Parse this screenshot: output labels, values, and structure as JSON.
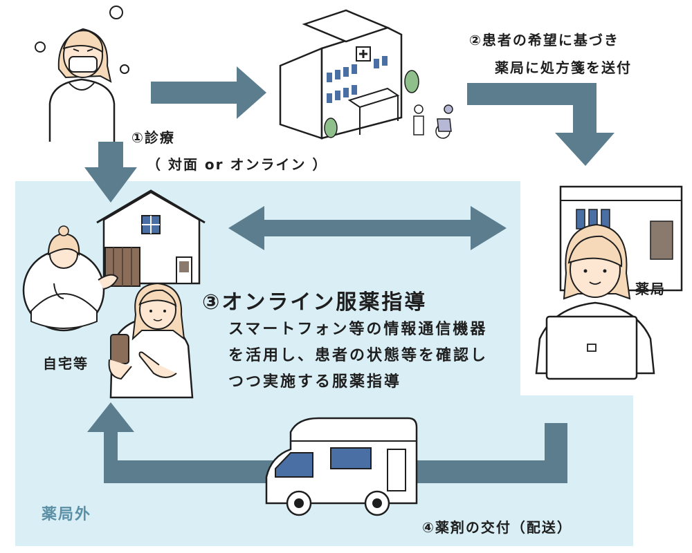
{
  "step1": {
    "label": "①診療",
    "mode": "（ 対面 or オンライン ）"
  },
  "step2": {
    "line1": "②患者の希望に基づき",
    "line2": "薬局に処方箋を送付"
  },
  "step3": {
    "title": "③オンライン服薬指導",
    "desc": [
      "スマートフォン等の情報通信機器",
      "を活用し、患者の状態等を確認し",
      "つつ実施する服薬指導"
    ]
  },
  "step4": {
    "label": "④薬剤の交付（配送）"
  },
  "places": {
    "home": "自宅等",
    "pharmacy": "薬局",
    "outside": "薬局外"
  },
  "icons": {
    "sick_patient": "sick-patient-icon",
    "hospital": "hospital-icon",
    "home": "house-icon",
    "doctor": "doctor-icon",
    "patient_phone": "patient-with-smartphone-icon",
    "pharmacist": "pharmacist-icon",
    "laptop": "laptop-icon",
    "truck": "delivery-truck-icon"
  },
  "colors": {
    "arrow": "#5b7d8e",
    "zone": "#d9eef5",
    "accent": "#8a6e5a",
    "window": "#4a6fa5"
  }
}
